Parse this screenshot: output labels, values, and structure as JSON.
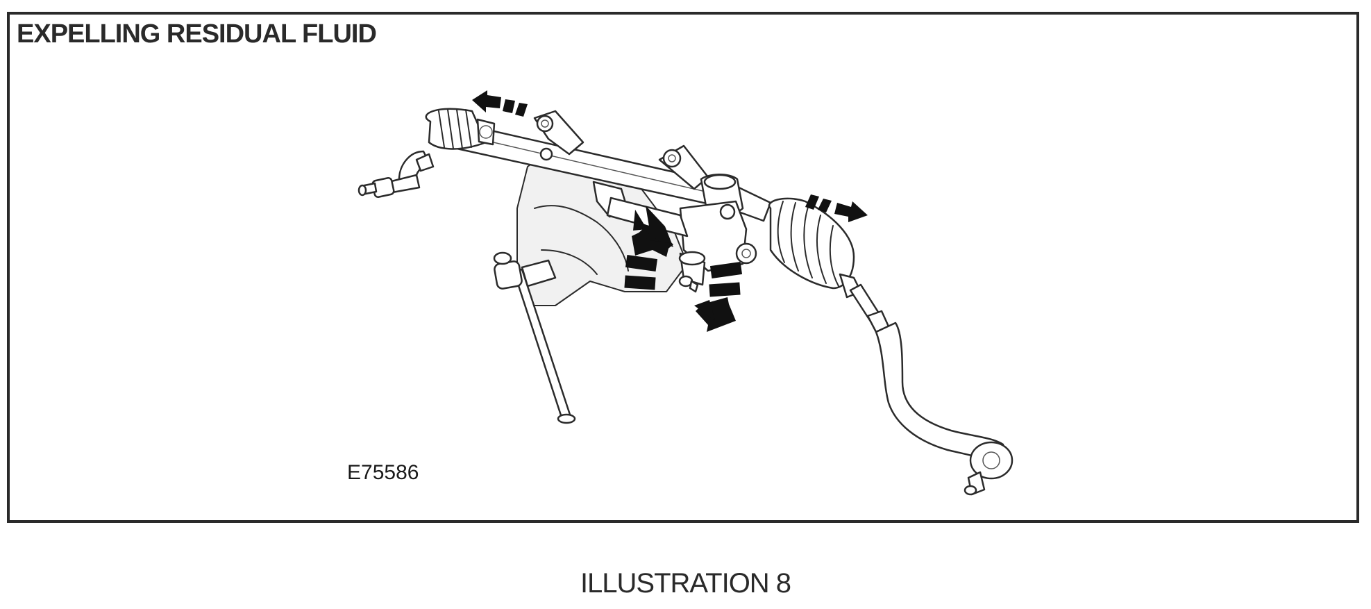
{
  "figure": {
    "title": "EXPELLING RESIDUAL FLUID",
    "part_code": "E75586",
    "caption": "ILLUSTRATION 8"
  },
  "icons": {
    "diagram": "steering-rack-icon",
    "flow_arrows": "motion-arrow-icon"
  },
  "colors": {
    "line": "#2b2b2b",
    "arrows": "#111111",
    "background": "#ffffff"
  }
}
